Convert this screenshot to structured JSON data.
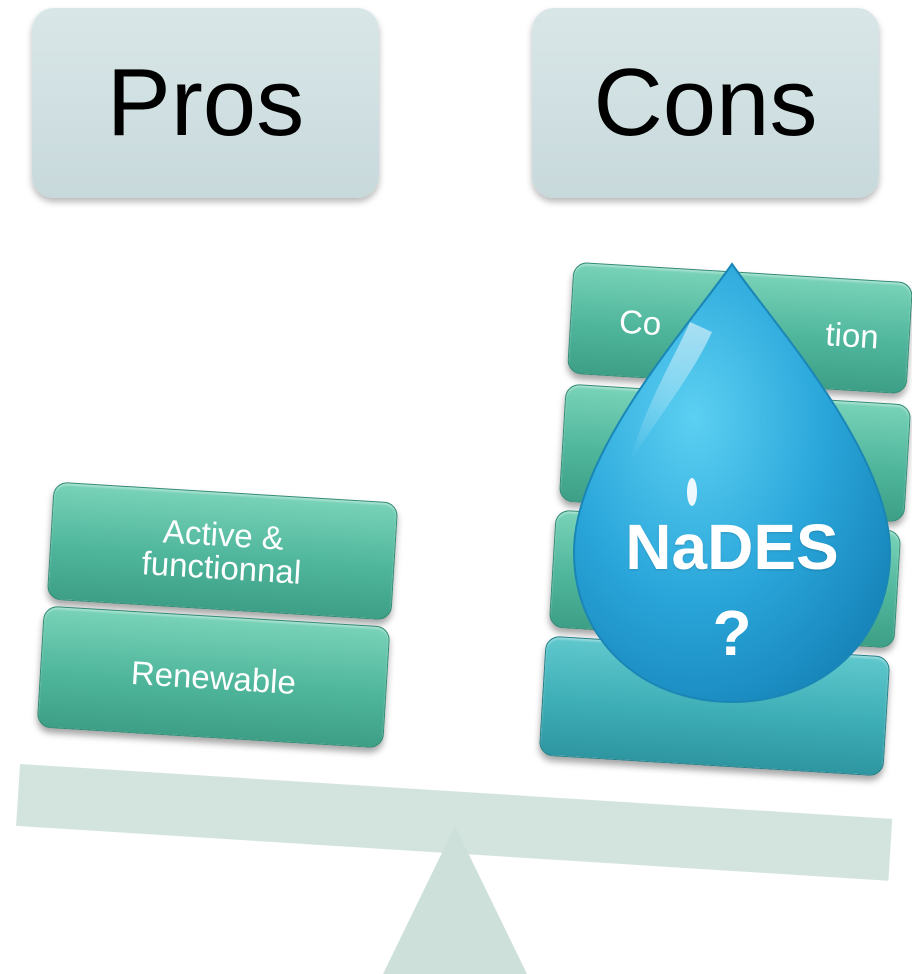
{
  "headers": {
    "pros": "Pros",
    "cons": "Cons"
  },
  "pros": {
    "items": [
      "Active & functionnal",
      "Renewable"
    ]
  },
  "cons": {
    "items": [
      "Contamination",
      "",
      "",
      ""
    ],
    "visible_fragments": [
      "Co",
      "tion"
    ]
  },
  "drop": {
    "label": "NaDES",
    "question": "?"
  },
  "colors": {
    "header_bg": "#d3e2e3",
    "pro_block": "#4fb69c",
    "con_block_bottom": "#3eaeb6",
    "beam": "#d3e4df",
    "drop": "#3fb1e0"
  }
}
